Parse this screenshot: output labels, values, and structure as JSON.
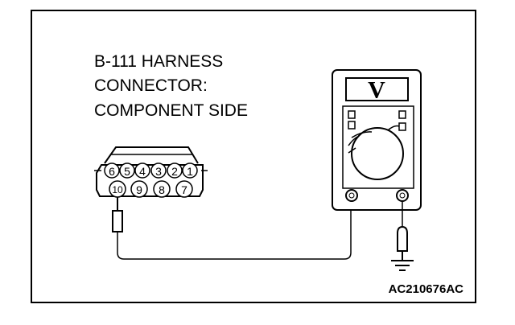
{
  "caption": {
    "line1": "B-111 HARNESS",
    "line2": "CONNECTOR:",
    "line3": "COMPONENT SIDE"
  },
  "connector": {
    "top_row_pins": [
      "6",
      "5",
      "4",
      "3",
      "2",
      "1"
    ],
    "bottom_row_pins": [
      "10",
      "9",
      "8",
      "7"
    ]
  },
  "meter": {
    "display_letter": "V"
  },
  "reference_code": "AC210676AC"
}
